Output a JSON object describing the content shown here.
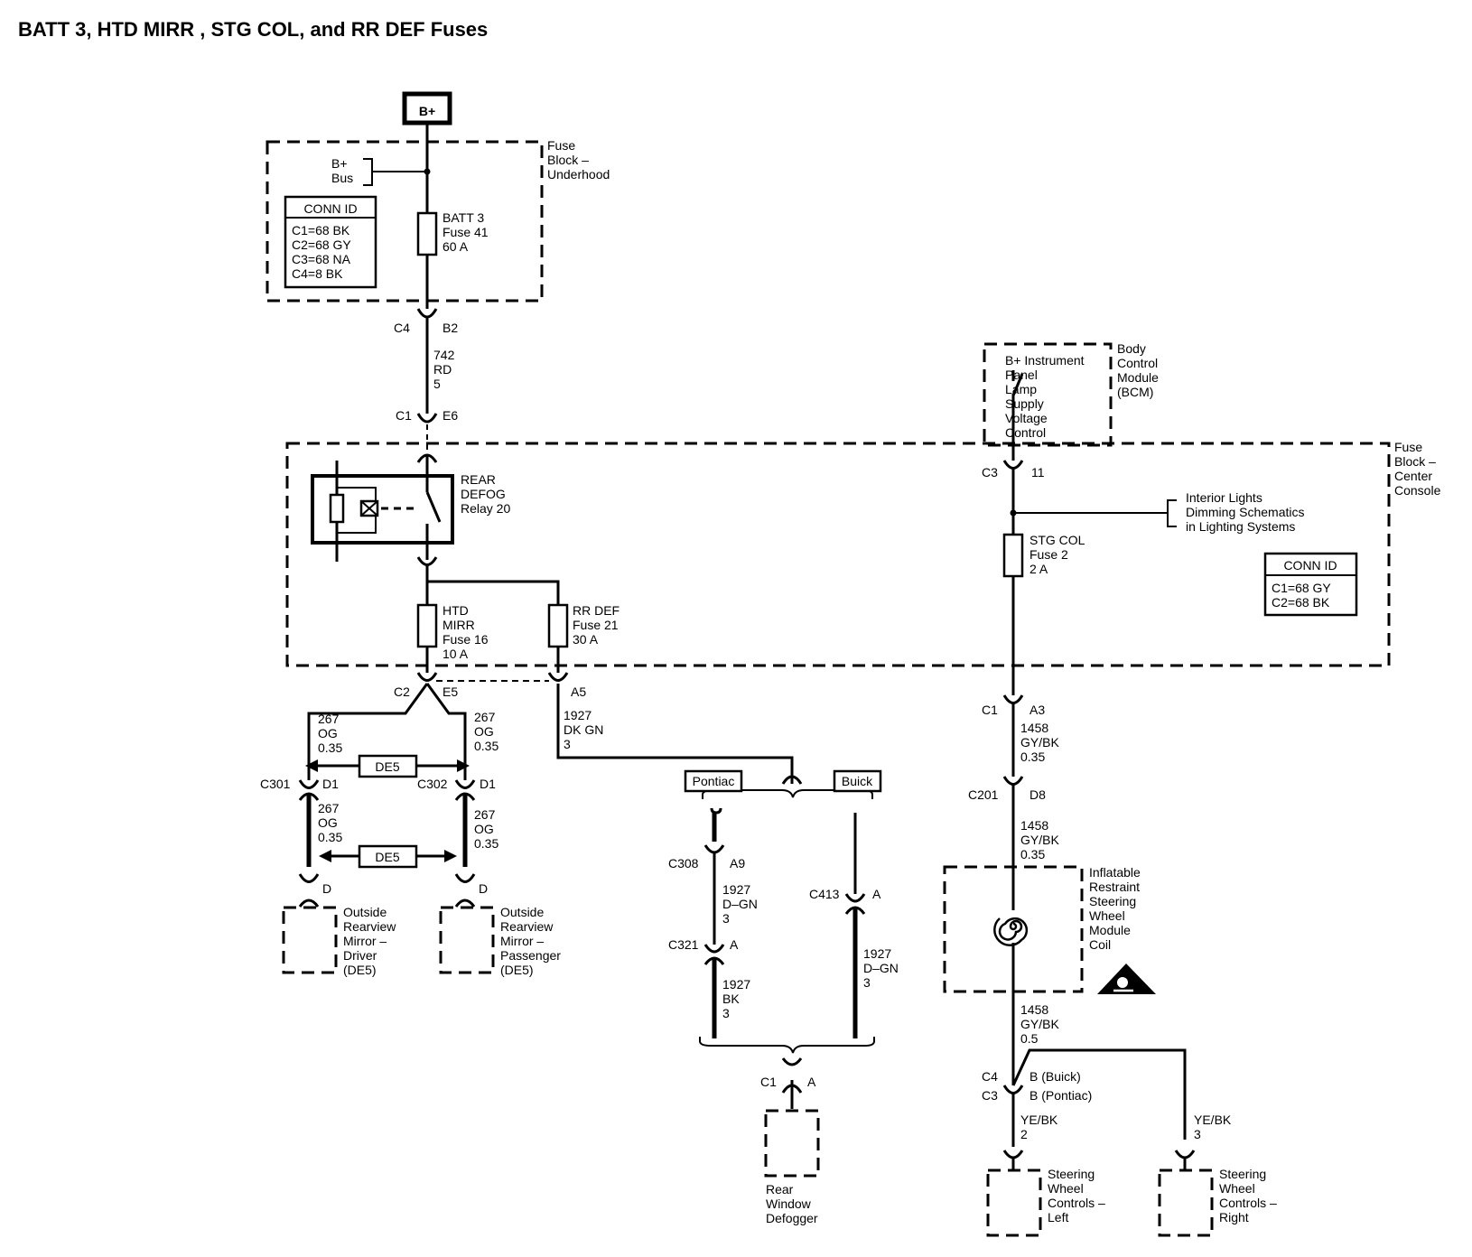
{
  "title": "BATT 3, HTD MIRR , STG COL, and RR DEF Fuses",
  "power": "B+",
  "underhood": {
    "label": [
      "Fuse",
      "Block –",
      "Underhood"
    ],
    "bus": [
      "B+",
      "Bus"
    ],
    "conn_id": {
      "title": "CONN ID",
      "rows": [
        "C1=68 BK",
        "C2=68 GY",
        "C3=68 NA",
        "C4=8 BK"
      ]
    },
    "fuse": [
      "BATT 3",
      "Fuse 41",
      "60 A"
    ]
  },
  "conn_c4_b2": {
    "c": "C4",
    "p": "B2"
  },
  "wire_742": [
    "742",
    "RD",
    "5"
  ],
  "conn_c1_e6": {
    "c": "C1",
    "p": "E6"
  },
  "center_console": {
    "label": [
      "Fuse",
      "Block –",
      "Center",
      "Console"
    ],
    "relay": [
      "REAR",
      "DEFOG",
      "Relay 20"
    ],
    "htd_fuse": [
      "HTD",
      "MIRR",
      "Fuse 16",
      "10 A"
    ],
    "rrdef_fuse": [
      "RR DEF",
      "Fuse 21",
      "30 A"
    ],
    "stg_fuse": [
      "STG COL",
      "Fuse 2",
      "2 A"
    ],
    "dimming": [
      "Interior Lights",
      "Dimming Schematics",
      "in Lighting Systems"
    ],
    "conn_id": {
      "title": "CONN ID",
      "rows": [
        "C1=68 GY",
        "C2=68 BK"
      ]
    }
  },
  "bcm": {
    "label": [
      "Body",
      "Control",
      "Module",
      "(BCM)"
    ],
    "inner": [
      "B+ Instrument",
      "Panel",
      "Lamp",
      "Supply",
      "Voltage",
      "Control"
    ]
  },
  "conn_c3_11": {
    "c": "C3",
    "p": "11"
  },
  "conn_c2_e5": {
    "c": "C2",
    "p": "E5"
  },
  "conn_a5": "A5",
  "wire_267_l": [
    "267",
    "OG",
    "0.35"
  ],
  "wire_267_r": [
    "267",
    "OG",
    "0.35"
  ],
  "wire_267_l2": [
    "267",
    "OG",
    "0.35"
  ],
  "wire_267_r2": [
    "267",
    "OG",
    "0.35"
  ],
  "de5": "DE5",
  "c301": "C301",
  "c302": "C302",
  "d1": "D1",
  "d": "D",
  "mirror_driver": [
    "Outside",
    "Rearview",
    "Mirror –",
    "Driver",
    "(DE5)"
  ],
  "mirror_pass": [
    "Outside",
    "Rearview",
    "Mirror –",
    "Passenger",
    "(DE5)"
  ],
  "wire_1927_top": [
    "1927",
    "DK GN",
    "3"
  ],
  "pontiac": "Pontiac",
  "buick": "Buick",
  "c308": "C308",
  "a9": "A9",
  "wire_1927_dgn": [
    "1927",
    "D–GN",
    "3"
  ],
  "c321": "C321",
  "a": "A",
  "wire_1927_bk": [
    "1927",
    "BK",
    "3"
  ],
  "c413": "C413",
  "wire_1927_dgn_r": [
    "1927",
    "D–GN",
    "3"
  ],
  "c1": "C1",
  "defogger": [
    "Rear",
    "Window",
    "Defogger"
  ],
  "conn_c1_a3": {
    "c": "C1",
    "p": "A3"
  },
  "wire_1458_a": [
    "1458",
    "GY/BK",
    "0.35"
  ],
  "conn_c201_d8": {
    "c": "C201",
    "p": "D8"
  },
  "wire_1458_b": [
    "1458",
    "GY/BK",
    "0.35"
  ],
  "coil": [
    "Inflatable",
    "Restraint",
    "Steering",
    "Wheel",
    "Module",
    "Coil"
  ],
  "wire_1458_c": [
    "1458",
    "GY/BK",
    "0.5"
  ],
  "c4": "C4",
  "c3": "C3",
  "b_buick": "B (Buick)",
  "b_pontiac": "B (Pontiac)",
  "yebk_l": [
    "YE/BK",
    "2"
  ],
  "yebk_r": [
    "YE/BK",
    "3"
  ],
  "swc_left": [
    "Steering",
    "Wheel",
    "Controls –",
    "Left"
  ],
  "swc_right": [
    "Steering",
    "Wheel",
    "Controls –",
    "Right"
  ]
}
